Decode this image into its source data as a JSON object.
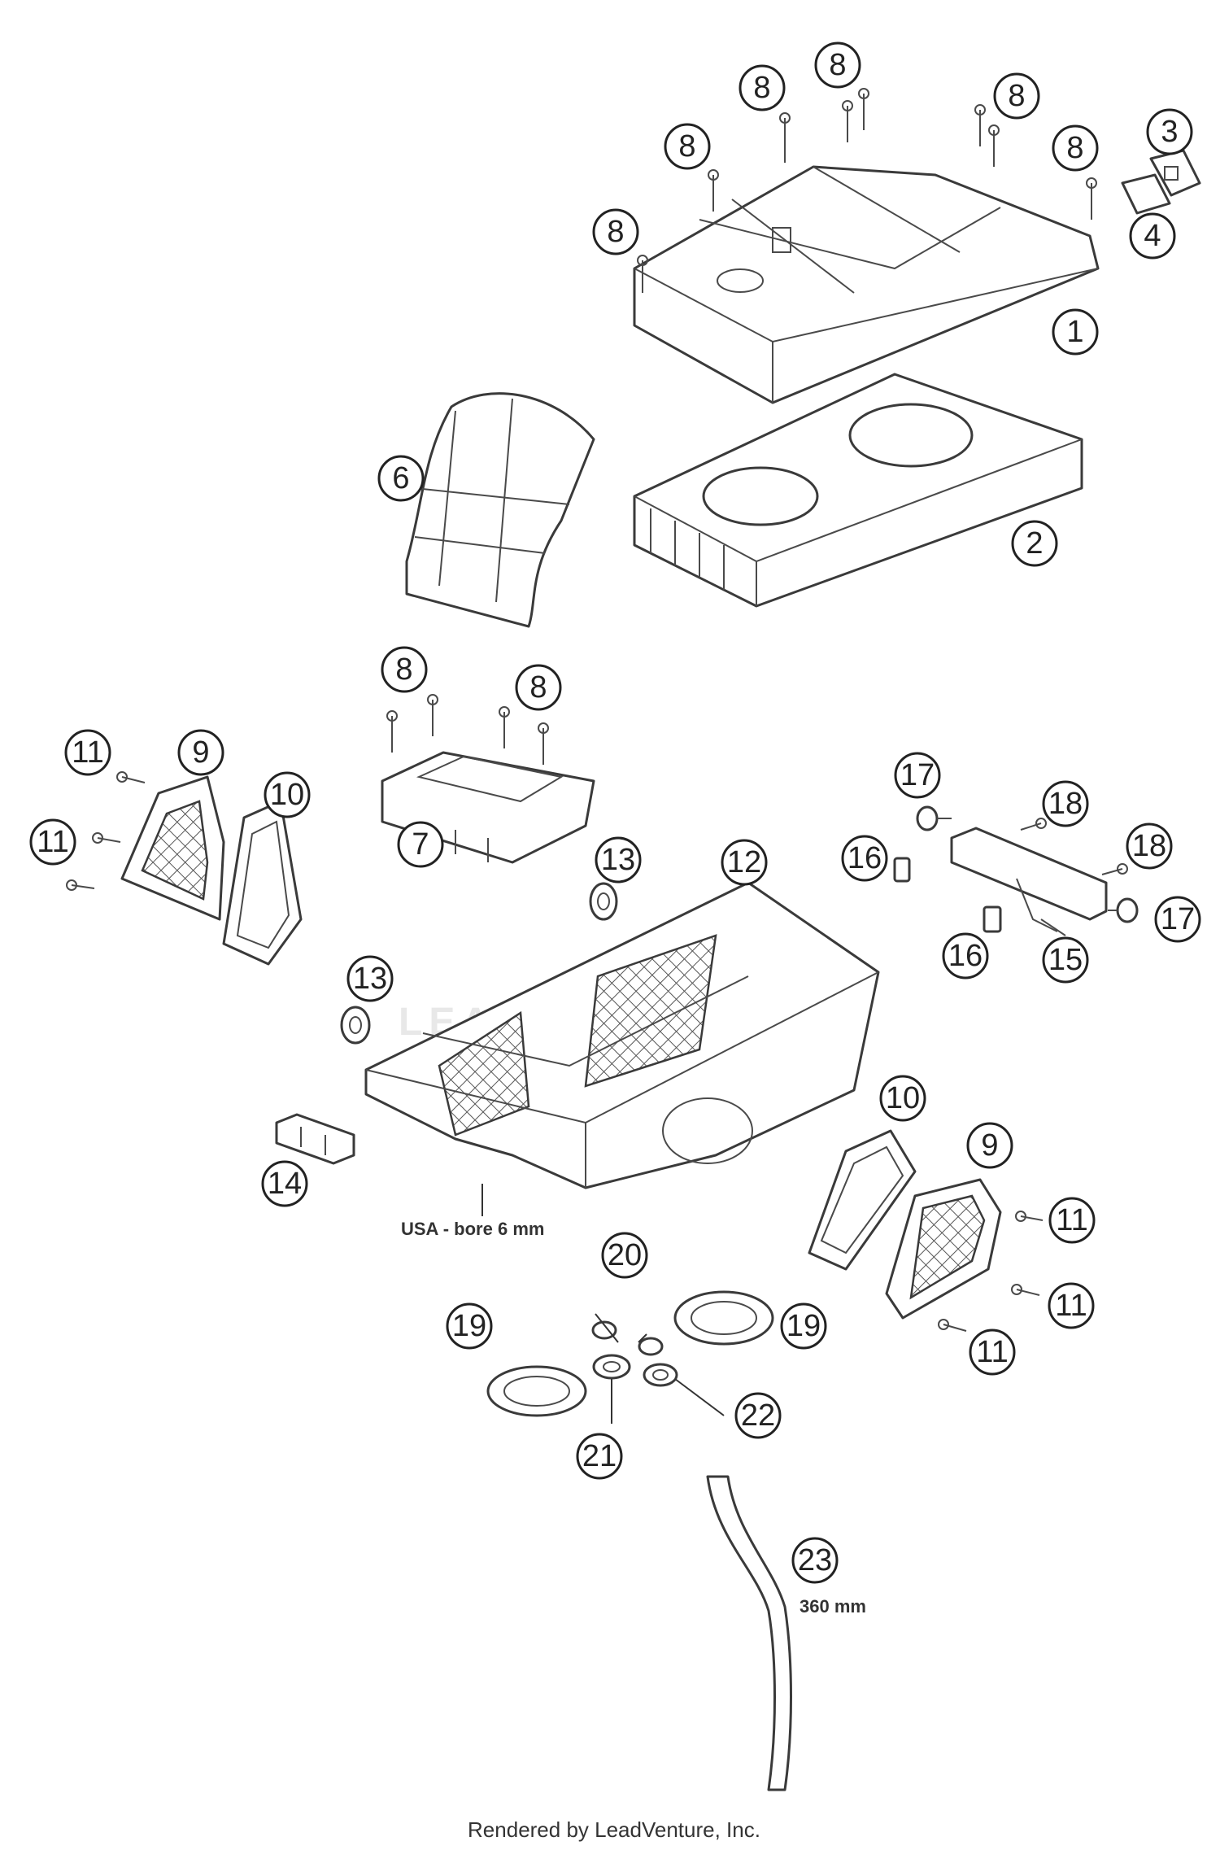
{
  "diagram": {
    "callouts": [
      "1",
      "2",
      "3",
      "4",
      "6",
      "7",
      "8",
      "9",
      "10",
      "11",
      "12",
      "13",
      "14",
      "15",
      "16",
      "17",
      "18",
      "19",
      "20",
      "21",
      "22",
      "23"
    ],
    "notes": {
      "bore": "USA - bore  6 mm",
      "hose_length": "360 mm"
    },
    "credit": "Rendered by LeadVenture, Inc.",
    "watermark": "LEADVENTURE"
  }
}
